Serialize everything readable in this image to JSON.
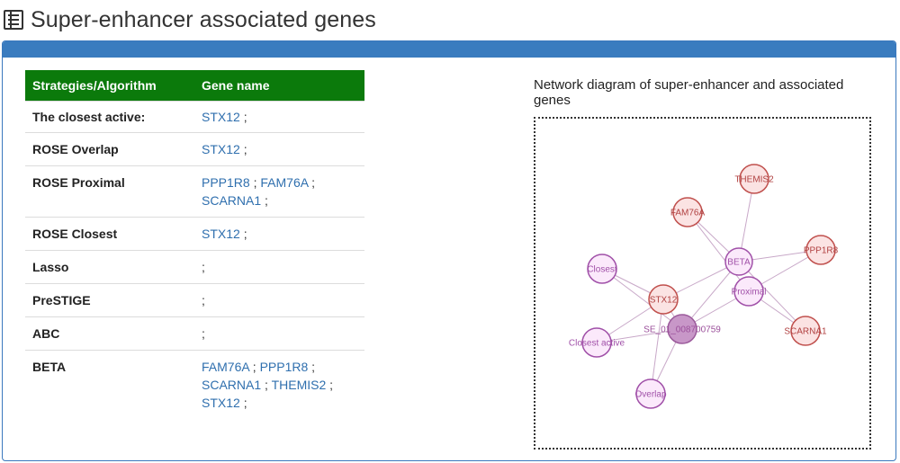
{
  "header": {
    "title": "Super-enhancer associated genes",
    "icon": "list-icon"
  },
  "table": {
    "columns": [
      "Strategies/Algorithm",
      "Gene name"
    ],
    "rows": [
      {
        "strategy": "The closest active:",
        "genes": [
          "STX12"
        ]
      },
      {
        "strategy": "ROSE Overlap",
        "genes": [
          "STX12"
        ]
      },
      {
        "strategy": "ROSE Proximal",
        "genes": [
          "PPP1R8",
          "FAM76A",
          "SCARNA1"
        ]
      },
      {
        "strategy": "ROSE Closest",
        "genes": [
          "STX12"
        ]
      },
      {
        "strategy": "Lasso",
        "genes": []
      },
      {
        "strategy": "PreSTIGE",
        "genes": []
      },
      {
        "strategy": "ABC",
        "genes": []
      },
      {
        "strategy": "BETA",
        "genes": [
          "FAM76A",
          "PPP1R8",
          "SCARNA1",
          "THEMIS2",
          "STX12"
        ]
      }
    ]
  },
  "network": {
    "title": "Network diagram of super-enhancer and associated genes",
    "colors": {
      "gene_fill": "#fbe3e3",
      "gene_stroke": "#c0504d",
      "gene_text": "#b04040",
      "method_fill": "#fbe9fb",
      "method_stroke": "#a050a8",
      "method_text": "#a050a8",
      "se_fill": "#c897c8",
      "se_stroke": "#9b5a9b",
      "se_text": "#9b4f9b"
    },
    "nodes": [
      {
        "id": "THEMIS2",
        "label": "THEMIS2",
        "kind": "gene"
      },
      {
        "id": "FAM76A",
        "label": "FAM76A",
        "kind": "gene"
      },
      {
        "id": "PPP1R8",
        "label": "PPP1R8",
        "kind": "gene"
      },
      {
        "id": "BETA",
        "label": "BETA",
        "kind": "method"
      },
      {
        "id": "Closest",
        "label": "Closest",
        "kind": "method"
      },
      {
        "id": "Proximal",
        "label": "Proximal",
        "kind": "method"
      },
      {
        "id": "STX12",
        "label": "STX12",
        "kind": "gene"
      },
      {
        "id": "SE",
        "label": "SE_01_008700759",
        "kind": "se"
      },
      {
        "id": "SCARNA1",
        "label": "SCARNA1",
        "kind": "gene"
      },
      {
        "id": "ClosestActive",
        "label": "Closest active",
        "kind": "method"
      },
      {
        "id": "Overlap",
        "label": "Overlap",
        "kind": "method"
      }
    ],
    "edges": [
      [
        "BETA",
        "THEMIS2"
      ],
      [
        "BETA",
        "FAM76A"
      ],
      [
        "BETA",
        "PPP1R8"
      ],
      [
        "BETA",
        "STX12"
      ],
      [
        "BETA",
        "SCARNA1"
      ],
      [
        "Proximal",
        "FAM76A"
      ],
      [
        "Proximal",
        "PPP1R8"
      ],
      [
        "Proximal",
        "SCARNA1"
      ],
      [
        "Proximal",
        "SE"
      ],
      [
        "Closest",
        "STX12"
      ],
      [
        "ClosestActive",
        "STX12"
      ],
      [
        "Overlap",
        "STX12"
      ],
      [
        "SE",
        "Closest"
      ],
      [
        "SE",
        "ClosestActive"
      ],
      [
        "SE",
        "Overlap"
      ],
      [
        "SE",
        "BETA"
      ],
      [
        "SE",
        "STX12"
      ]
    ]
  }
}
